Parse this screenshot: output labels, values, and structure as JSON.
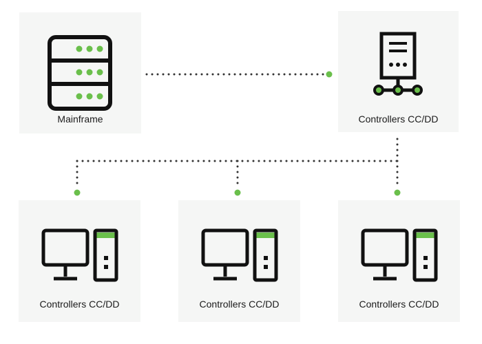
{
  "colors": {
    "accent": "#6abf4b",
    "stroke": "#111111",
    "box": "#f5f6f5",
    "dot": "#333333"
  },
  "nodes": [
    {
      "id": "mainframe",
      "label": "Mainframe",
      "icon": "mainframe-server-icon"
    },
    {
      "id": "controller-top",
      "label": "Controllers CC/DD",
      "icon": "network-server-icon"
    },
    {
      "id": "controller-left",
      "label": "Controllers CC/DD",
      "icon": "desktop-computer-icon"
    },
    {
      "id": "controller-mid",
      "label": "Controllers CC/DD",
      "icon": "desktop-computer-icon"
    },
    {
      "id": "controller-right",
      "label": "Controllers CC/DD",
      "icon": "desktop-computer-icon"
    }
  ],
  "connections": [
    {
      "from": "mainframe",
      "to": "controller-top"
    },
    {
      "from": "controller-top",
      "to": "controller-left"
    },
    {
      "from": "controller-top",
      "to": "controller-mid"
    },
    {
      "from": "controller-top",
      "to": "controller-right"
    }
  ]
}
